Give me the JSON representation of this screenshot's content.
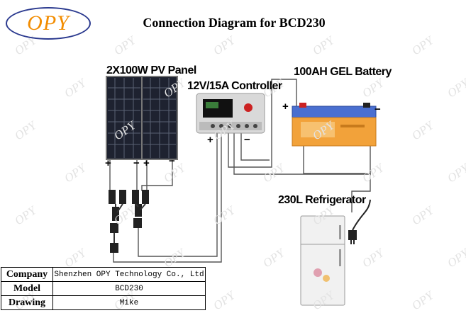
{
  "logo": {
    "text": "OPY"
  },
  "title": "Connection Diagram for BCD230",
  "labels": {
    "pv_panel": "2X100W PV Panel",
    "controller": "12V/15A Controller",
    "battery": "100AH GEL Battery",
    "refrigerator": "230L Refrigerator"
  },
  "signs": {
    "plus": "+",
    "minus": "−"
  },
  "watermark": "OPY",
  "info_table": [
    {
      "key": "Company",
      "value": "Shenzhen OPY Technology Co., Ltd"
    },
    {
      "key": "Model",
      "value": "BCD230"
    },
    {
      "key": "Drawing",
      "value": "Mike"
    }
  ],
  "colors": {
    "logo_text": "#f28c00",
    "logo_ring": "#2b3a8f",
    "battery_body": "#f2a23a",
    "battery_lid": "#4a6fd0",
    "panel": "#1e2230"
  }
}
